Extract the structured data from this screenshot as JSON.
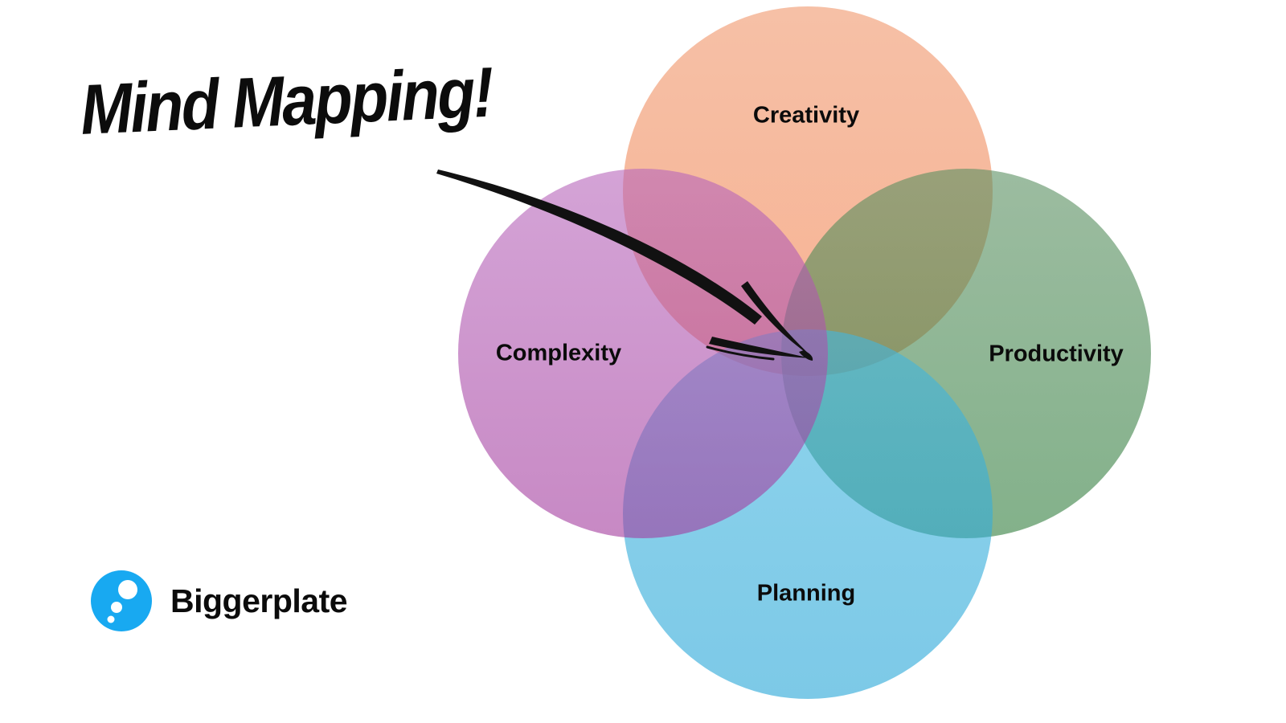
{
  "title": {
    "text": "Mind Mapping!"
  },
  "venn": {
    "circles": [
      {
        "id": "creativity",
        "label": "Creativity",
        "color": "#F7B79C",
        "color_top": "rgba(240,150,107,0.60)",
        "color_bottom": "rgba(242,127,75,0.60)"
      },
      {
        "id": "productivity",
        "label": "Productivity",
        "color": "#8FB694",
        "color_top": "rgba(90,143,97,0.60)",
        "color_bottom": "rgba(48,125,60,0.60)"
      },
      {
        "id": "planning",
        "label": "Planning",
        "color": "#7FCCEA",
        "color_top": "rgba(67,182,223,0.60)",
        "color_bottom": "rgba(37,165,215,0.60)"
      },
      {
        "id": "complexity",
        "label": "Complexity",
        "color": "#CD94CC",
        "color_top": "rgba(183,102,187,0.60)",
        "color_bottom": "rgba(162,58,157,0.60)"
      }
    ]
  },
  "arrow": {
    "color": "#111111"
  },
  "logo": {
    "brand": "Biggerplate",
    "color": "#18A9F1"
  }
}
